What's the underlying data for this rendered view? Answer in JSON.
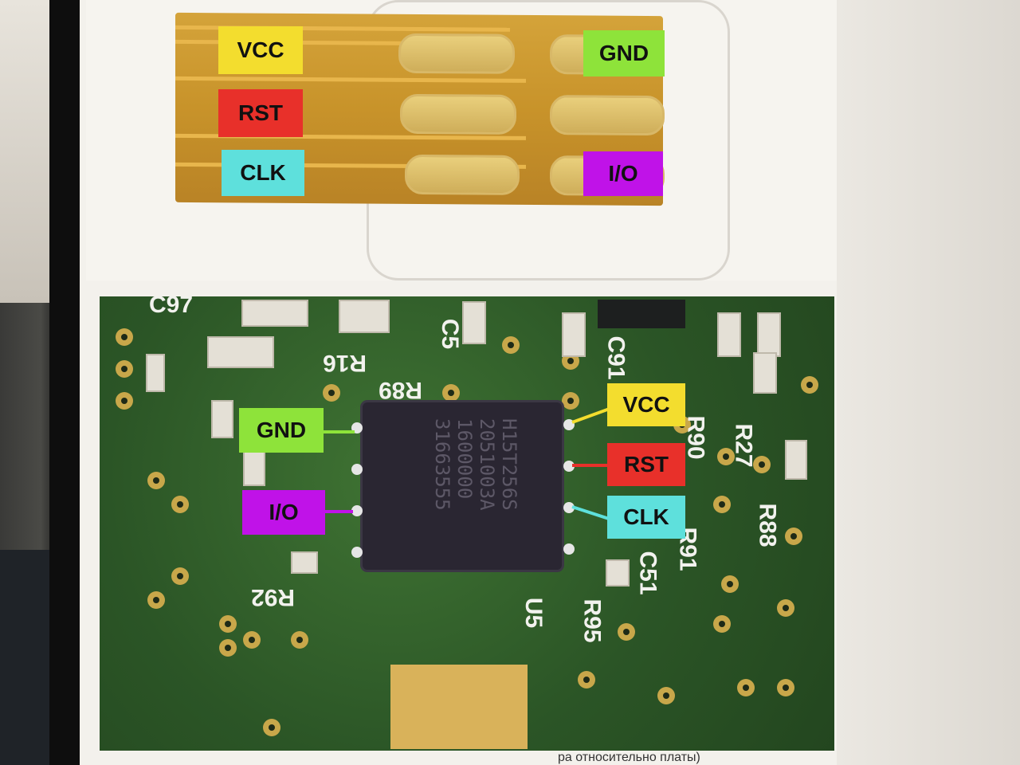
{
  "colors": {
    "vcc": "#f3dd2e",
    "gnd": "#8ee33a",
    "rst": "#e8302a",
    "clk": "#5ee0dc",
    "io": "#c012e8"
  },
  "top_photo": {
    "labels": {
      "vcc": "VCC",
      "rst": "RST",
      "clk": "CLK",
      "gnd": "GND",
      "io": "I/O"
    }
  },
  "board_photo": {
    "labels": {
      "gnd": "GND",
      "io": "I/O",
      "vcc": "VCC",
      "rst": "RST",
      "clk": "CLK"
    },
    "silkscreen": {
      "c97": "C97",
      "c5": "C5",
      "r16": "R16",
      "r89": "R89",
      "c91": "C91",
      "r90": "R90",
      "r27": "R27",
      "r88": "R88",
      "r92": "R92",
      "r91": "R91",
      "c51": "C51",
      "r95": "R95",
      "u5": "U5"
    },
    "chip_markings": [
      "H15T256S",
      "2051003A",
      "1600000",
      "31663555"
    ]
  },
  "footer_text": "ра относительно платы)"
}
